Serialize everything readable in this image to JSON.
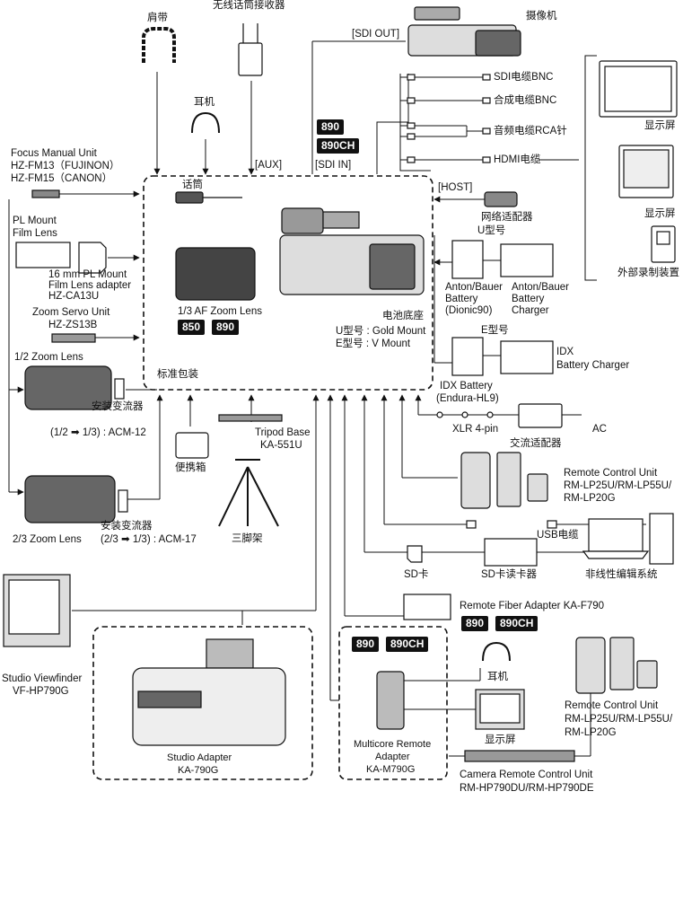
{
  "labels": {
    "shoulder_strap": "肩带",
    "wireless_receiver": "无线话筒接收器",
    "camcorder": "摄像机",
    "sdi_out": "[SDI OUT]",
    "aux": "[AUX]",
    "sdi_in": "[SDI IN]",
    "headphone_top": "耳机",
    "mic": "话筒",
    "host": "[HOST]",
    "network_adapter": "网络适配器",
    "sdi_bnc": "SDI电缆BNC",
    "composite_bnc": "合成电缆BNC",
    "audio_rca": "音频电缆RCA针",
    "hdmi": "HDMI电缆",
    "monitor_1": "显示屏",
    "monitor_2": "显示屏",
    "external_recorder": "外部录制装置",
    "focus_unit_title": "Focus Manual Unit",
    "focus_unit_model_1": "HZ-FM13（FUJINON）",
    "focus_unit_model_2": "HZ-FM15（CANON）",
    "pl_mount_1": "PL Mount",
    "pl_mount_2": "Film Lens",
    "pl_adapter_1": "16 mm PL Mount",
    "pl_adapter_2": "Film Lens adapter",
    "pl_adapter_3": "HZ-CA13U",
    "zoom_servo_1": "Zoom Servo Unit",
    "zoom_servo_2": "HZ-ZS13B",
    "af_zoom_lens": "1/3 AF Zoom Lens",
    "u_type_top": "U型号",
    "anton_battery_1": "Anton/Bauer",
    "anton_battery_2": "Battery",
    "anton_battery_3": "(Dionic90)",
    "anton_charger_1": "Anton/Bauer",
    "anton_charger_2": "Battery",
    "anton_charger_3": "Charger",
    "battery_base": "电池底座",
    "u_mount": "U型号 : Gold Mount",
    "e_mount": "E型号 : V Mount",
    "e_type_top": "E型号",
    "idx_charger_1": "IDX",
    "idx_charger_2": "Battery Charger",
    "idx_battery_1": "IDX Battery",
    "idx_battery_2": "(Endura-HL9)",
    "half_zoom": "1/2 Zoom Lens",
    "converter_1": "安装变流器",
    "acm12": "(1/2 ➡ 1/3) : ACM-12",
    "standard_pack": "标准包装",
    "xlr": "XLR 4-pin",
    "ac_adapter": "交流适配器",
    "ac": "AC",
    "tripod_base_1": "Tripod Base",
    "tripod_base_2": "KA-551U",
    "carry_case": "便携箱",
    "tripod": "三脚架",
    "rcu_top_1": "Remote Control Unit",
    "rcu_top_2": "RM-LP25U/RM-LP55U/",
    "rcu_top_3": "RM-LP20G",
    "usb_cable": "USB电缆",
    "two_thirds_zoom": "2/3 Zoom Lens",
    "converter_2": "安装变流器",
    "acm17": "(2/3 ➡ 1/3) : ACM-17",
    "sd_card": "SD卡",
    "sd_reader": "SD卡读卡器",
    "nle": "非线性编辑系统",
    "studio_vf_1": "Studio Viewfinder",
    "studio_vf_2": "VF-HP790G",
    "fiber_adapter": "Remote Fiber Adapter KA-F790",
    "headphone_bottom": "耳机",
    "monitor_3": "显示屏",
    "rcu_bottom_1": "Remote Control Unit",
    "rcu_bottom_2": "RM-LP25U/RM-LP55U/",
    "rcu_bottom_3": "RM-LP20G",
    "studio_adapter_1": "Studio Adapter",
    "studio_adapter_2": "KA-790G",
    "multicore_1": "Multicore Remote",
    "multicore_2": "Adapter",
    "multicore_3": "KA-M790G",
    "crcu_1": "Camera Remote Control Unit",
    "crcu_2": "RM-HP790DU/RM-HP790DE"
  },
  "badges": {
    "b890_top": "890",
    "b890ch_top": "890CH",
    "b850": "850",
    "b890_lens": "890",
    "b890_fiber": "890",
    "b890ch_fiber": "890CH",
    "b890_multi": "890",
    "b890ch_multi": "890CH"
  }
}
